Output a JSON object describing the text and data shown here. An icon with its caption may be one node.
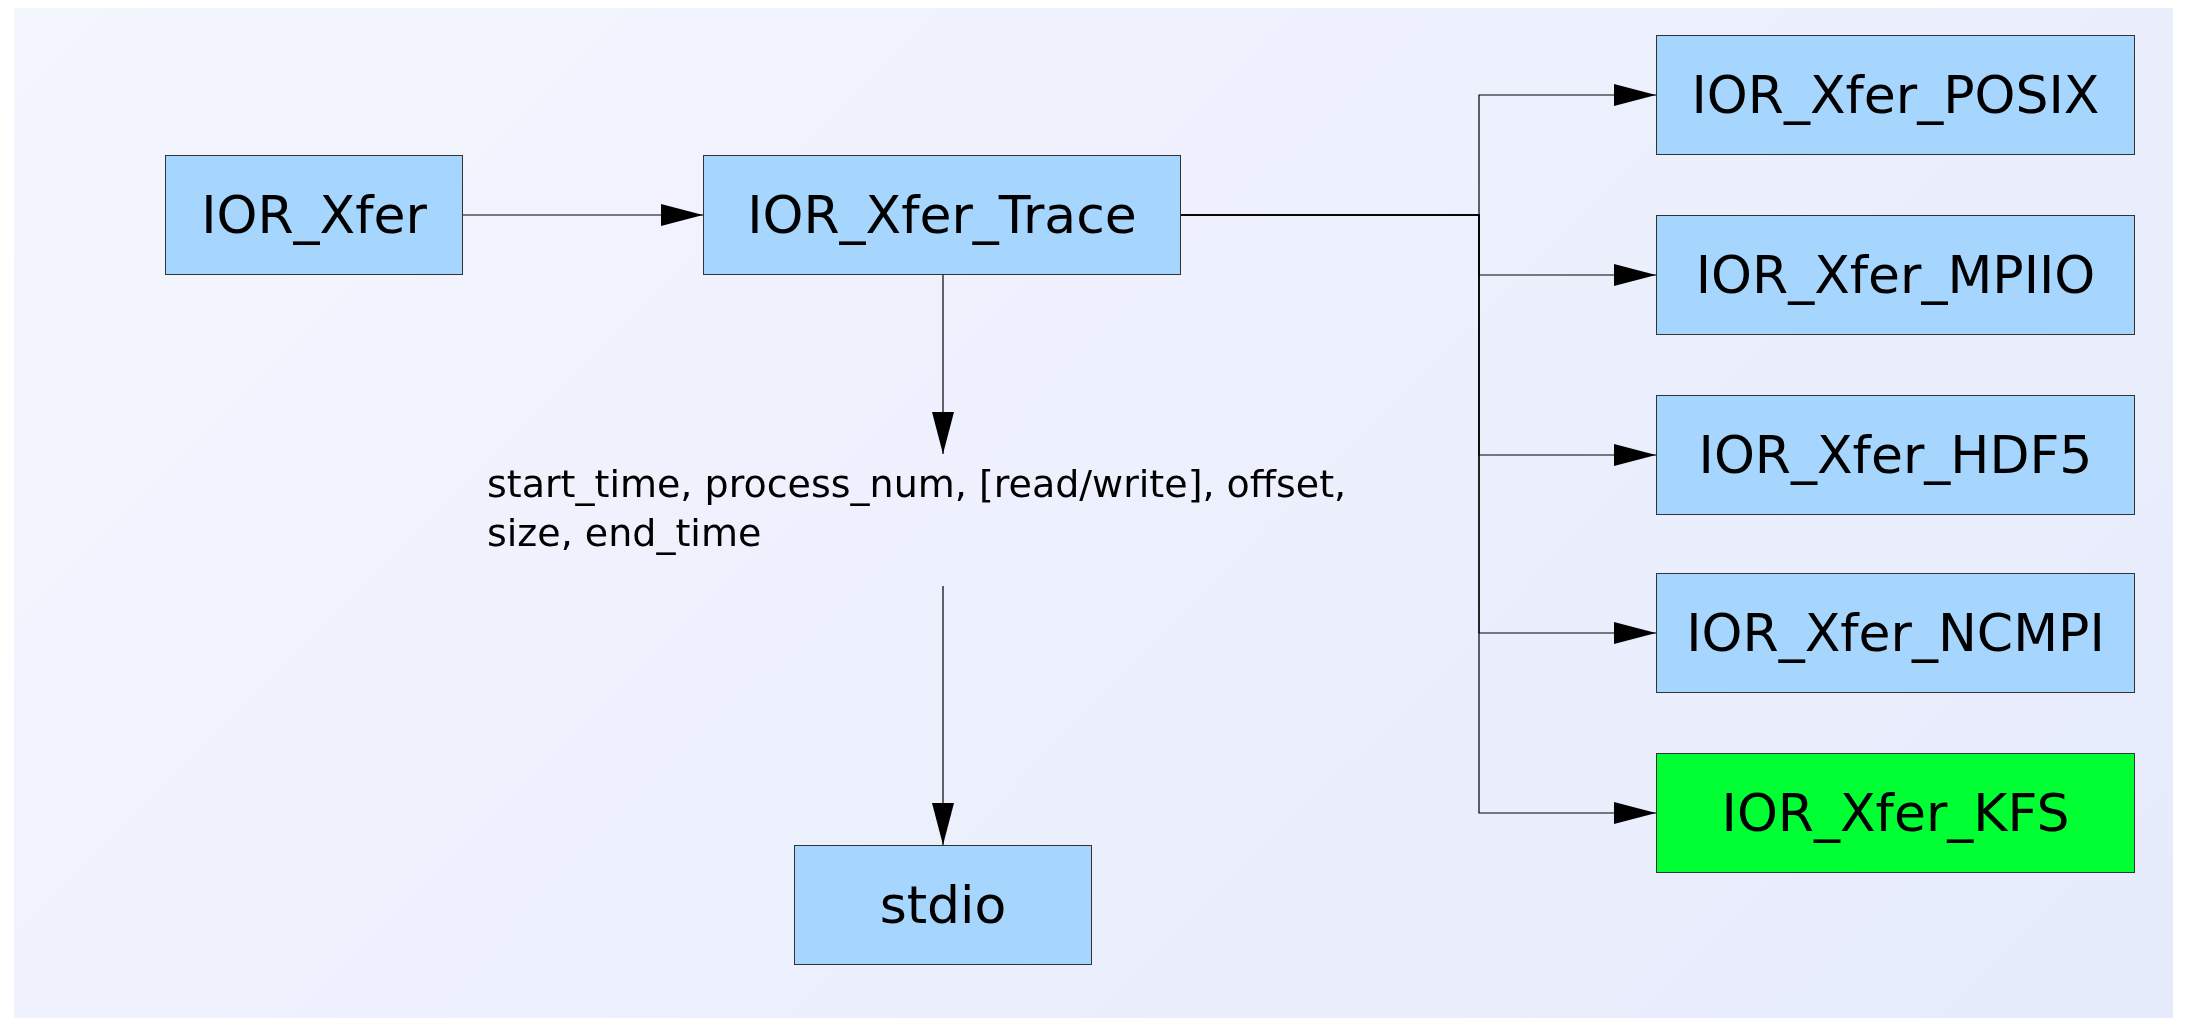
{
  "diagram": {
    "nodes": [
      {
        "text": [
          "IOR_Xfer"
        ]
      },
      {
        "text": [
          "IOR_Xfer_Trace"
        ]
      },
      {
        "text": [
          "IOR_Xfer_POSIX"
        ]
      },
      {
        "text": [
          "IOR_Xfer_MPIIO"
        ]
      },
      {
        "text": [
          "IOR_Xfer_HDF5"
        ]
      },
      {
        "text": [
          "IOR_Xfer_NCMPI"
        ]
      },
      {
        "text": [
          "IOR_Xfer_KFS"
        ]
      },
      {
        "text": [
          "start_time, process_num, [read/write], offset, size, end_time"
        ]
      },
      {
        "text": [
          "stdio"
        ]
      }
    ],
    "edges": [
      {
        "from": 0,
        "to": 1,
        "arrow": "to"
      },
      {
        "from": 1,
        "to": 2,
        "arrow": "to"
      },
      {
        "from": 1,
        "to": 3,
        "arrow": "to"
      },
      {
        "from": 1,
        "to": 4,
        "arrow": "to"
      },
      {
        "from": 1,
        "to": 5,
        "arrow": "to"
      },
      {
        "from": 1,
        "to": 6,
        "arrow": "to"
      },
      {
        "from": 1,
        "to": 7,
        "arrow": "to"
      },
      {
        "from": 7,
        "to": 8,
        "arrow": "to"
      }
    ]
  }
}
